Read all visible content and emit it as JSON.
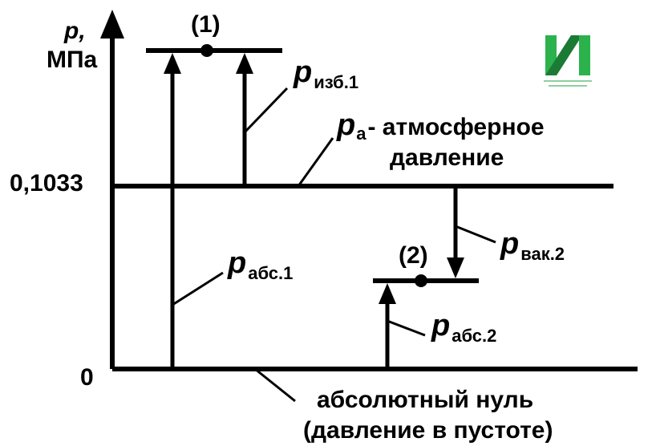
{
  "axis": {
    "variable": "p,",
    "unit": "МПа",
    "ticks": {
      "atm": "0,1033",
      "zero": "0"
    }
  },
  "points": {
    "p1": "(1)",
    "p2": "(2)"
  },
  "labels": {
    "p_symbol": "p",
    "izb1_sub": "изб.1",
    "atm_sub": "а",
    "atm_line1": "- атмосферное",
    "atm_line2": "давление",
    "abs1_sub": "абс.1",
    "vac2_sub": "вак.2",
    "abs2_sub": "абс.2",
    "zero_line1": "абсолютный нуль",
    "zero_line2": "(давление в пустоте)"
  },
  "colors": {
    "ink": "#000000",
    "logo_green": "#2bb24c",
    "logo_dark": "#1b7a34"
  }
}
